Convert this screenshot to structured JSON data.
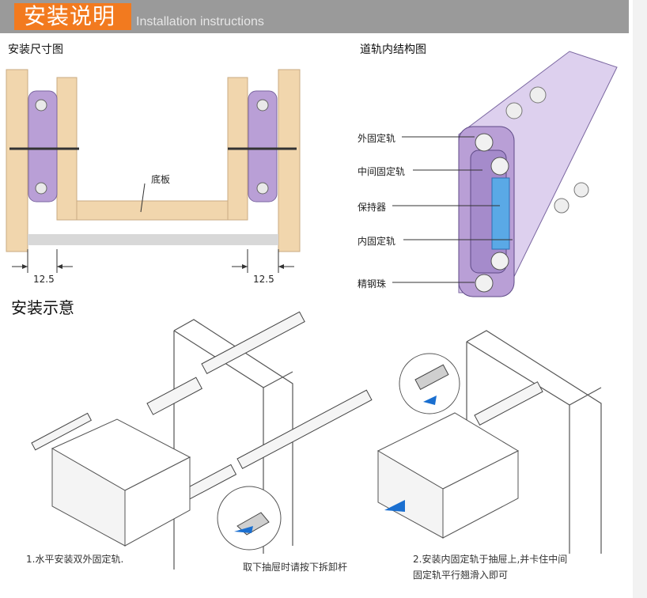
{
  "header": {
    "title": "安装说明",
    "subtitle": "Installation instructions"
  },
  "sections": {
    "dimensions": "安装尺寸图",
    "structure": "道轨内结构图",
    "demo": "安装示意"
  },
  "dimensions": {
    "bottom_board": "底板",
    "left_gap": "12.5",
    "right_gap": "12.5"
  },
  "structure_labels": [
    "外固定轨",
    "中间固定轨",
    "保持器",
    "内固定轨",
    "精钢珠"
  ],
  "captions": {
    "step1": "1.水平安装双外固定轨.",
    "remove": "取下抽屉时请按下拆卸杆",
    "step2_line1": "2.安装内固定轨于抽屉上,并卡住中间",
    "step2_line2": "固定轨平行翘滑入即可"
  },
  "colors": {
    "header_bg": "#9a9a9a",
    "header_accent": "#f27a1f",
    "wood": "#f1d6ad",
    "rail": "#b99fd6",
    "arrow": "#1a6fd0"
  }
}
